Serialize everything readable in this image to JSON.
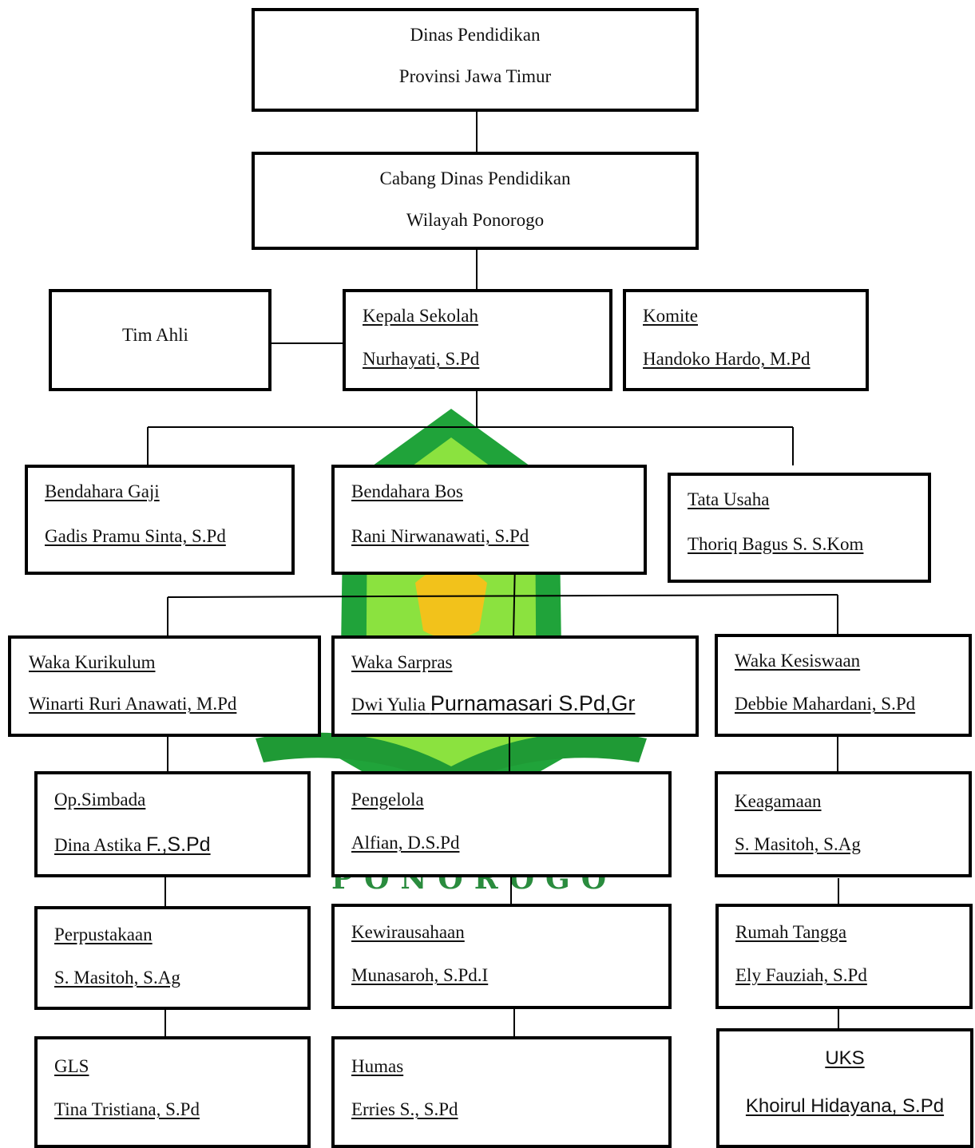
{
  "diagram": {
    "dinas": {
      "line1": "Dinas Pendidikan",
      "line2": "Provinsi Jawa Timur"
    },
    "cabang": {
      "line1": "Cabang Dinas Pendidikan",
      "line2": "Wilayah Ponorogo"
    },
    "tim_ahli": {
      "label": "Tim Ahli"
    },
    "kepala": {
      "role": "Kepala Sekolah",
      "name": "Nurhayati, S.Pd"
    },
    "komite": {
      "role": "Komite",
      "name": "Handoko Hardo, M.Pd"
    },
    "bendahara_gaji": {
      "role": "Bendahara Gaji",
      "name": "Gadis Pramu Sinta, S.Pd"
    },
    "bendahara_bos": {
      "role": "Bendahara Bos",
      "name": "Rani Nirwanawati, S.Pd"
    },
    "tata_usaha": {
      "role": "Tata Usaha",
      "name": "Thoriq Bagus S. S.Kom"
    },
    "waka_kurikulum": {
      "role": "Waka Kurikulum",
      "name": "Winarti Ruri Anawati, M.Pd"
    },
    "waka_sarpras": {
      "role": "Waka Sarpras",
      "name_a": "Dwi Yulia ",
      "name_b": "Purnamasari S.Pd,Gr"
    },
    "waka_kesiswaan": {
      "role": "Waka Kesiswaan",
      "name": "Debbie Mahardani, S.Pd"
    },
    "op_simbada": {
      "role": "Op.Simbada",
      "name_a": "Dina Astika ",
      "name_b": "F.,S.Pd"
    },
    "pengelola": {
      "role": "Pengelola",
      "name": "Alfian, D.S.Pd"
    },
    "keagamaan": {
      "role": "Keagamaan",
      "name": "S. Masitoh, S.Ag"
    },
    "perpustakaan": {
      "role": "Perpustakaan",
      "name": "S. Masitoh, S.Ag"
    },
    "kewirausahaan": {
      "role": "Kewirausahaan",
      "name": "Munasaroh, S.Pd.I"
    },
    "rumah_tangga": {
      "role": "Rumah Tangga",
      "name": "Ely Fauziah, S.Pd"
    },
    "gls": {
      "role": "GLS",
      "name": "Tina Tristiana, S.Pd"
    },
    "humas": {
      "role": "Humas",
      "name": "Erries S., S.Pd"
    },
    "uks": {
      "role": "UKS",
      "name": "Khoirul Hidayana, S.Pd"
    },
    "watermark_text": "PONOROGO"
  },
  "colors": {
    "border": "#000000",
    "watermark_green": "#2a8c3e",
    "watermark_lime": "#7bd93a",
    "watermark_yellow": "#f2c21b"
  }
}
